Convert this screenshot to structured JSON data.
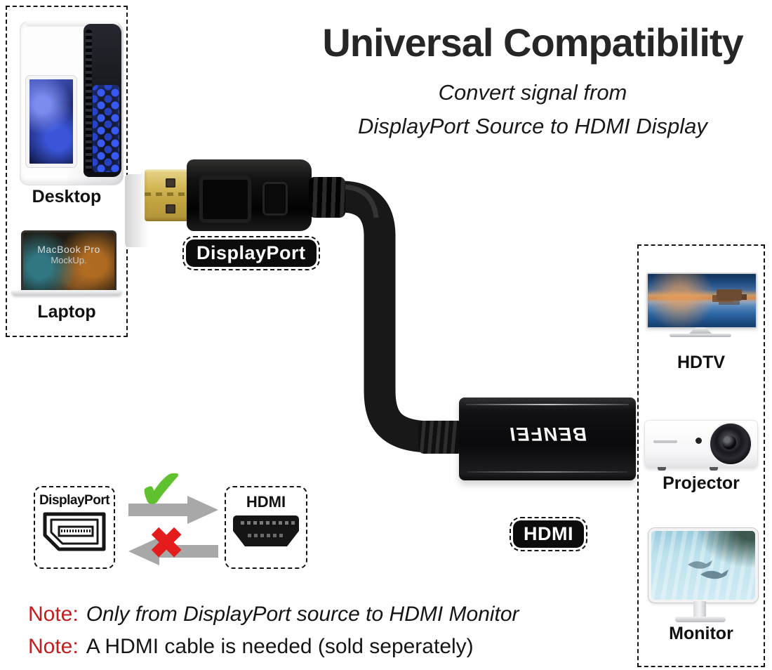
{
  "title": "Universal Compatibility",
  "subtitle": {
    "line1": "Convert signal from",
    "line2": "DisplayPort Source to HDMI Display"
  },
  "sources": {
    "desktop_label": "Desktop",
    "laptop_label": "Laptop",
    "laptop_screen": {
      "line1": "MacBook Pro",
      "line2": "MockUp."
    }
  },
  "connector_tags": {
    "displayport": "DisplayPort",
    "hdmi": "HDMI"
  },
  "adapter": {
    "brand": "BENFEI"
  },
  "displays": {
    "hdtv": "HDTV",
    "projector": "Projector",
    "monitor": "Monitor"
  },
  "compatibility": {
    "displayport_label": "DisplayPort",
    "hdmi_label": "HDMI",
    "check_icon": "✔",
    "cross_icon": "✖"
  },
  "notes": [
    {
      "prefix": "Note:",
      "text": "Only from DisplayPort source to HDMI Monitor"
    },
    {
      "prefix": "Note:",
      "text": "A HDMI cable is needed (sold seperately)"
    }
  ],
  "colors": {
    "note_red": "#c31e1e",
    "check_green": "#5fc12d",
    "cross_red": "#e51c1c",
    "arrow_gray": "#a8a8a8",
    "tag_bg": "#0c0c0c",
    "tag_text": "#ffffff",
    "title_text": "#262626"
  }
}
